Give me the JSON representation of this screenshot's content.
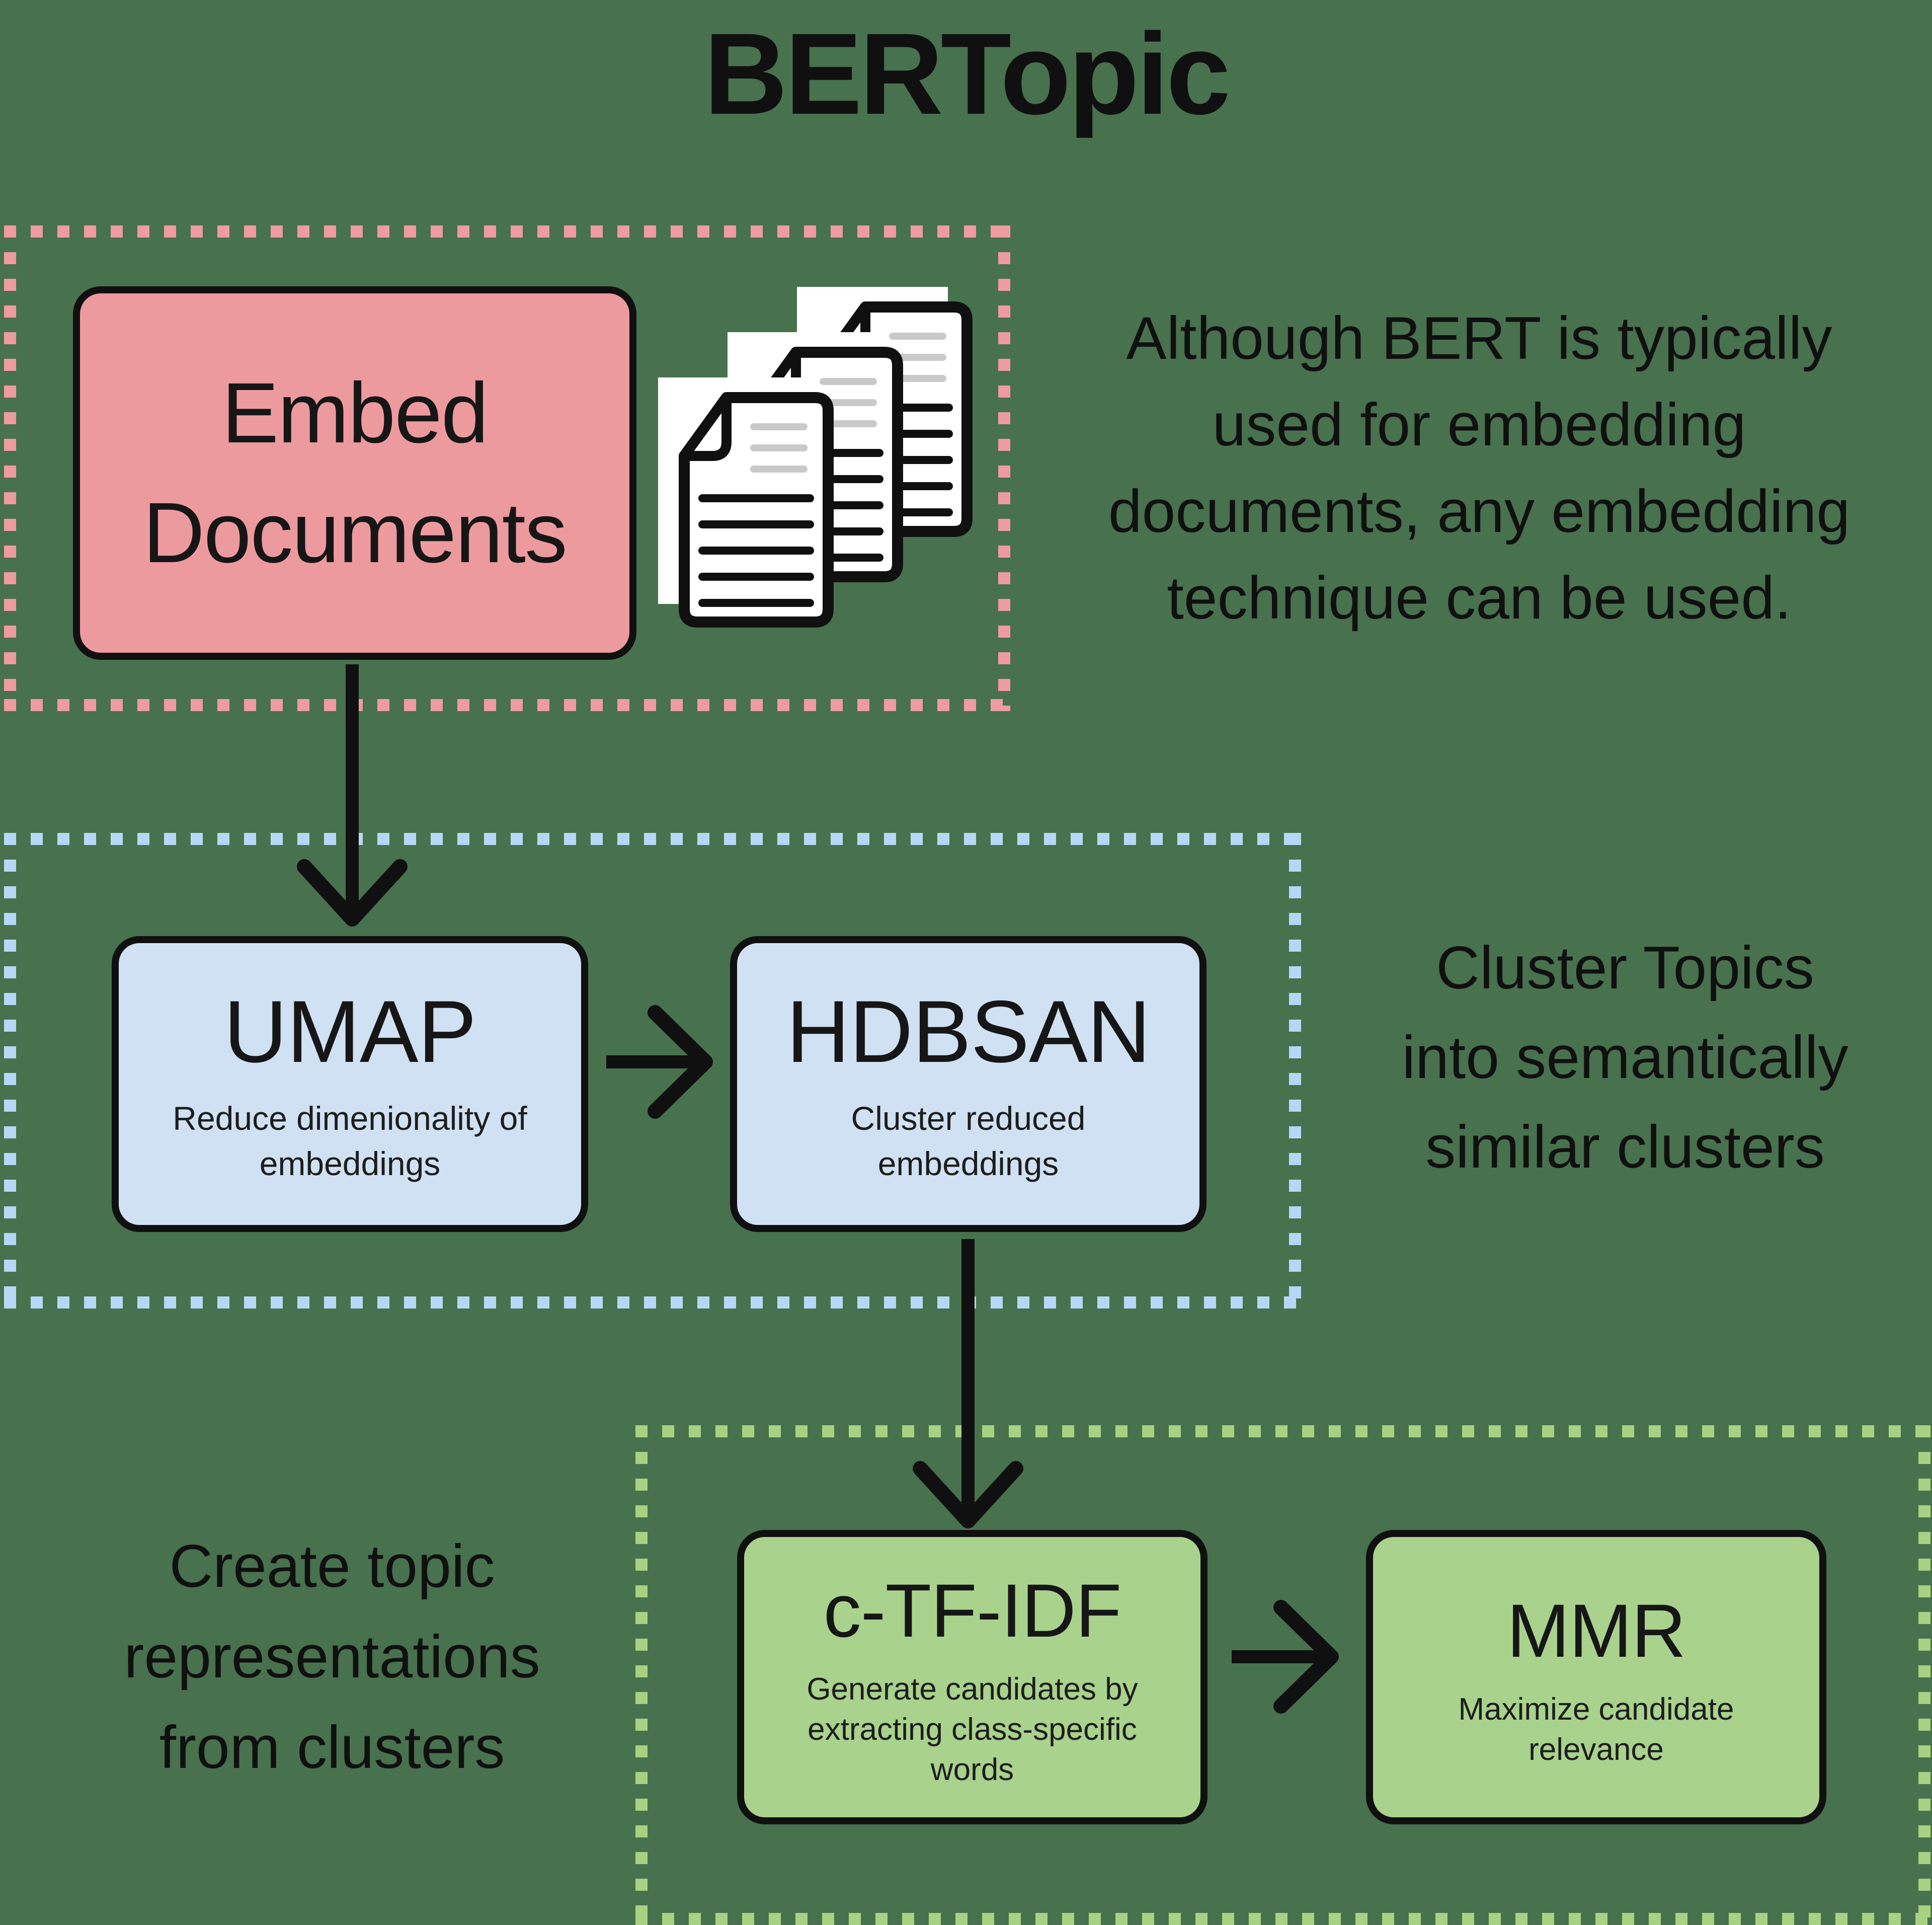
{
  "title": "BERTopic",
  "colors": {
    "background": "#48714E",
    "ink": "#101010",
    "text": "#161616",
    "white": "#ffffff",
    "doc_gray": "#c9c9c9",
    "pink_dash": "#EE9C9F",
    "pink_fill": "#ED9A9E",
    "blue_dash": "#B6D8F7",
    "blue_fill": "#CFE1F2",
    "green_dash": "#A8D282",
    "green_fill": "#A9D28D"
  },
  "embed_section": {
    "box": {
      "line1": "Embed",
      "line2": "Documents"
    },
    "icon": "documents-stack-icon",
    "note_lines": [
      "Although BERT is typically",
      "used for embedding",
      "documents, any embedding",
      "technique can be used."
    ]
  },
  "cluster_section": {
    "umap": {
      "title": "UMAP",
      "subtitle_lines": [
        "Reduce dimenionality of",
        "embeddings"
      ]
    },
    "hdbsan": {
      "title": "HDBSAN",
      "subtitle_lines": [
        "Cluster reduced",
        "embeddings"
      ]
    },
    "note_lines": [
      "Cluster Topics",
      "into semantically",
      "similar clusters"
    ]
  },
  "topic_section": {
    "ctfidf": {
      "title": "c-TF-IDF",
      "subtitle_lines": [
        "Generate candidates by",
        "extracting class-specific",
        "words"
      ]
    },
    "mmr": {
      "title": "MMR",
      "subtitle_lines": [
        "Maximize candidate",
        "relevance"
      ]
    },
    "note_lines": [
      "Create topic",
      "representations",
      "from clusters"
    ]
  }
}
